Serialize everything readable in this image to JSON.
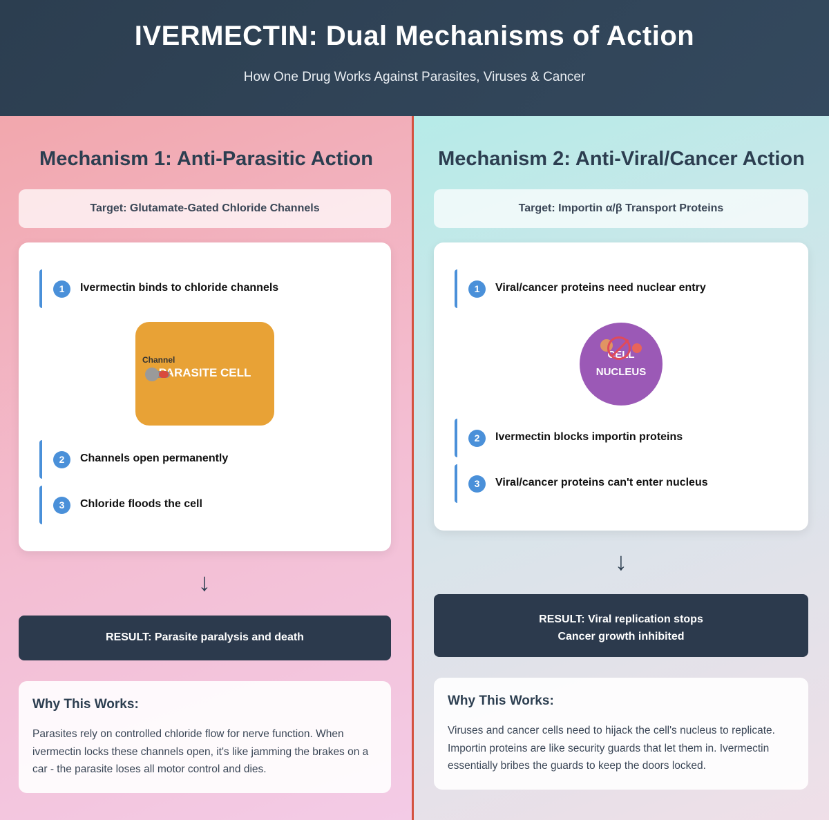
{
  "header": {
    "title": "IVERMECTIN: Dual Mechanisms of Action",
    "subtitle": "How One Drug Works Against Parasites, Viruses & Cancer"
  },
  "left": {
    "title": "Mechanism 1: Anti-Parasitic Action",
    "target": "Target: Glutamate-Gated Chloride Channels",
    "steps": [
      {
        "num": "1",
        "text": "Ivermectin binds to chloride channels"
      },
      {
        "num": "2",
        "text": "Channels open permanently"
      },
      {
        "num": "3",
        "text": "Chloride floods the cell"
      }
    ],
    "diagram": {
      "cell_label": "PARASITE CELL",
      "channel_label": "Channel"
    },
    "arrow": "↓",
    "result_lines": [
      "RESULT: Parasite paralysis and death"
    ],
    "why_title": "Why This Works:",
    "why_text": "Parasites rely on controlled chloride flow for nerve function. When ivermectin locks these channels open, it's like jamming the brakes on a car - the parasite loses all motor control and dies."
  },
  "right": {
    "title": "Mechanism 2: Anti-Viral/Cancer Action",
    "target": "Target: Importin α/β Transport Proteins",
    "steps": [
      {
        "num": "1",
        "text": "Viral/cancer proteins need nuclear entry"
      },
      {
        "num": "2",
        "text": "Ivermectin blocks importin proteins"
      },
      {
        "num": "3",
        "text": "Viral/cancer proteins can't enter nucleus"
      }
    ],
    "diagram": {
      "line1": "CELL",
      "line2": "NUCLEUS"
    },
    "arrow": "↓",
    "result_lines": [
      "RESULT: Viral replication stops",
      "Cancer growth inhibited"
    ],
    "why_title": "Why This Works:",
    "why_text": "Viruses and cancer cells need to hijack the cell's nucleus to replicate. Importin proteins are like security guards that let them in. Ivermectin essentially bribes the guards to keep the doors locked."
  },
  "colors": {
    "header_bg": "#2c3e50",
    "left_panel": "#f2a7ad",
    "right_panel": "#b6ebe8",
    "divider": "#d4523f",
    "step_accent": "#4a90d9",
    "parasite_cell": "#e8a236",
    "nucleus": "#9b59b6",
    "result_bg": "#2c3a4d"
  }
}
